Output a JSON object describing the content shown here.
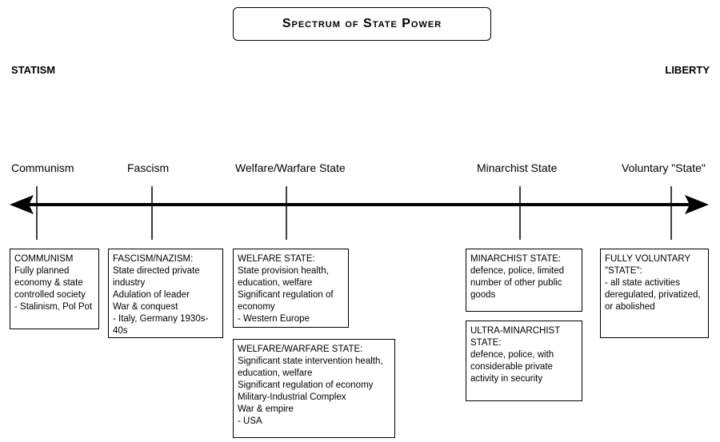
{
  "title": "Spectrum of State Power",
  "ends": {
    "left": "STATISM",
    "right": "LIBERTY"
  },
  "points": [
    {
      "id": "communism",
      "label": "Communism"
    },
    {
      "id": "fascism",
      "label": "Fascism"
    },
    {
      "id": "welfare",
      "label": "Welfare/Warfare State"
    },
    {
      "id": "minarchist",
      "label": "Minarchist State"
    },
    {
      "id": "voluntary",
      "label": "Voluntary \"State\""
    }
  ],
  "boxes": {
    "communism": [
      "COMMUNISM",
      "Fully planned economy & state controlled society",
      "- Stalinism, Pol Pot"
    ],
    "fascism": [
      "FASCISM/NAZISM:",
      "State directed private industry",
      "Adulation of leader",
      "War & conquest",
      "- Italy, Germany 1930s-40s"
    ],
    "welfare": [
      "WELFARE STATE:",
      "State provision health, education, welfare",
      "Significant regulation of economy",
      "- Western Europe"
    ],
    "warfare": [
      "WELFARE/WARFARE STATE:",
      "Significant state intervention health, education, welfare",
      "Significant regulation of economy",
      "Military-Industrial Complex",
      "War & empire",
      "- USA"
    ],
    "minarchist": [
      "MINARCHIST STATE:",
      "defence, police, limited number of other public goods"
    ],
    "ultra_minarchist": [
      "ULTRA-MINARCHIST STATE:",
      "defence, police, with considerable private activity in security"
    ],
    "voluntary": [
      "FULLY VOLUNTARY \"STATE\":",
      "- all state activities deregulated, privatized, or abolished"
    ]
  }
}
